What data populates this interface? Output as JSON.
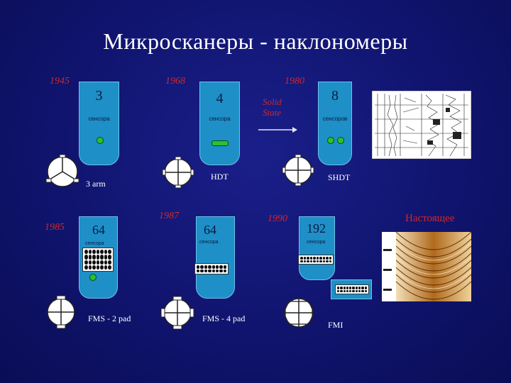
{
  "title": "Микросканеры - наклономеры",
  "years": {
    "y1945": "1945",
    "y1968": "1968",
    "y1980": "1980",
    "y1985": "1985",
    "y1987": "1987",
    "y1990": "1990"
  },
  "tools": {
    "t1945": {
      "count": "3",
      "word": "сенсора",
      "caption": "3 arm"
    },
    "t1968": {
      "count": "4",
      "word": "сенсора",
      "caption": "HDT"
    },
    "t1980": {
      "count": "8",
      "word": "сенсоров",
      "caption": "SHDT"
    },
    "t1985": {
      "count": "64",
      "word": "сенсора",
      "caption": "FMS - 2 pad"
    },
    "t1987": {
      "count": "64",
      "word": "сенсора",
      "caption": "FMS - 4 pad"
    },
    "t1990": {
      "count": "192",
      "word": "сенсора",
      "caption": "FMI"
    }
  },
  "solid_state": "Solid State",
  "present": "Настоящее",
  "colors": {
    "background": "#10146e",
    "tool_body": "#1e8fc7",
    "year_red": "#d0272a",
    "sensor_green": "#29c12f"
  }
}
